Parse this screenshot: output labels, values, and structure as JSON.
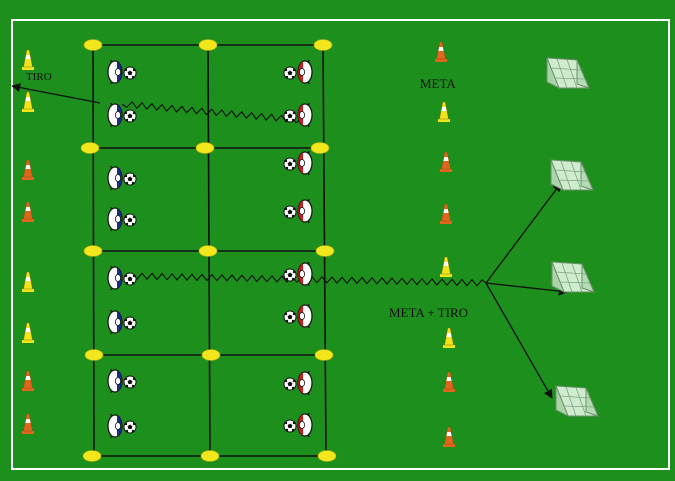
{
  "labels": {
    "tiro": "TIRO",
    "meta": "META",
    "meta_tiro": "META + TIRO"
  },
  "colors": {
    "pitch": "#1d8f1d",
    "line": "#ffffff",
    "grid": "#111111",
    "disc": "#f2e61c",
    "cone_yellow": "#f1e41a",
    "cone_orange": "#e2651d",
    "team_blue": "#1b2a8c",
    "team_red": "#c81e1e",
    "goal": "#bfe3bf"
  },
  "icons": {
    "player": "player-icon",
    "ball": "soccer-ball-icon",
    "cone": "training-cone-icon",
    "disc": "marker-disc-icon",
    "goal": "mini-goal-icon"
  }
}
